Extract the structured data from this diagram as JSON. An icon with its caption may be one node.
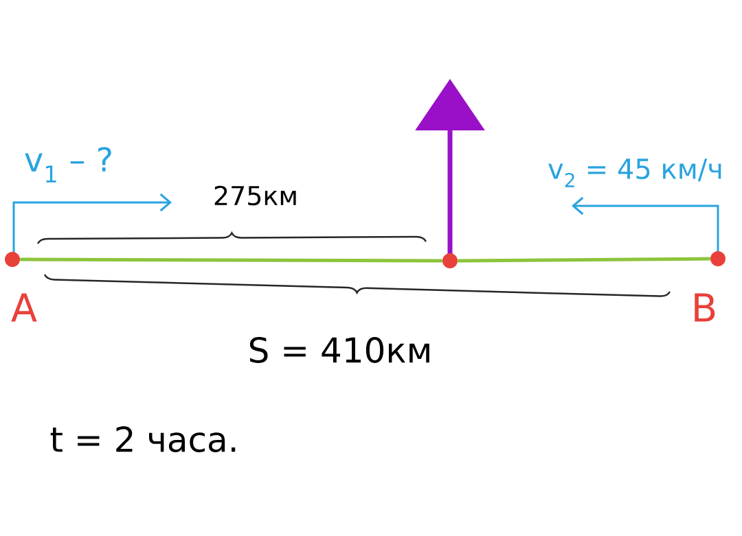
{
  "diagram": {
    "nodes": [
      {
        "text": [],
        "shape": "circle",
        "beside": [
          "A"
        ]
      },
      {
        "text": [],
        "shape": "circle"
      },
      {
        "text": [],
        "shape": "circle",
        "beside": [
          "B"
        ]
      }
    ],
    "edges": [
      {
        "from": 0,
        "to": 1,
        "arrow": "none",
        "color": "#8cc43c"
      },
      {
        "from": 1,
        "to": 2,
        "arrow": "none",
        "color": "#8cc43c"
      }
    ],
    "labels": [
      "v$_{1}$ – ?",
      "275км",
      "v$_{2}$ = 45 км/ч",
      "S = 410км",
      "t = 2 часа."
    ]
  }
}
